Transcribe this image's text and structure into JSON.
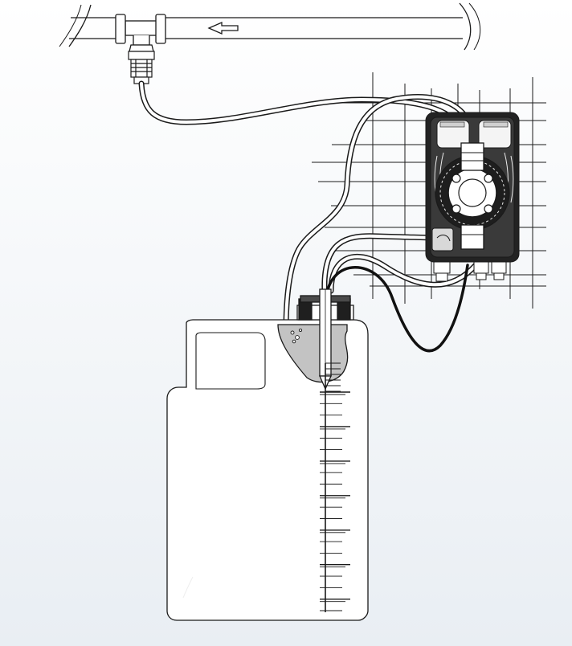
{
  "diagram": {
    "colors": {
      "bg_top": "#ffffff",
      "bg_bottom": "#e9eef3",
      "line": "#1a1a1a",
      "pump_body": "#232323",
      "liquid": "#c3c3c3",
      "cable": "#111111"
    },
    "flow_direction": "left",
    "icons": [
      "pipe",
      "tee-fitting",
      "flow-arrow-icon",
      "injection-valve",
      "metering-pump",
      "wall-grid",
      "chemical-tank",
      "suction-lance",
      "level-probe-cable",
      "graduation-scale"
    ],
    "tank": {
      "scale_marks": 20
    }
  }
}
